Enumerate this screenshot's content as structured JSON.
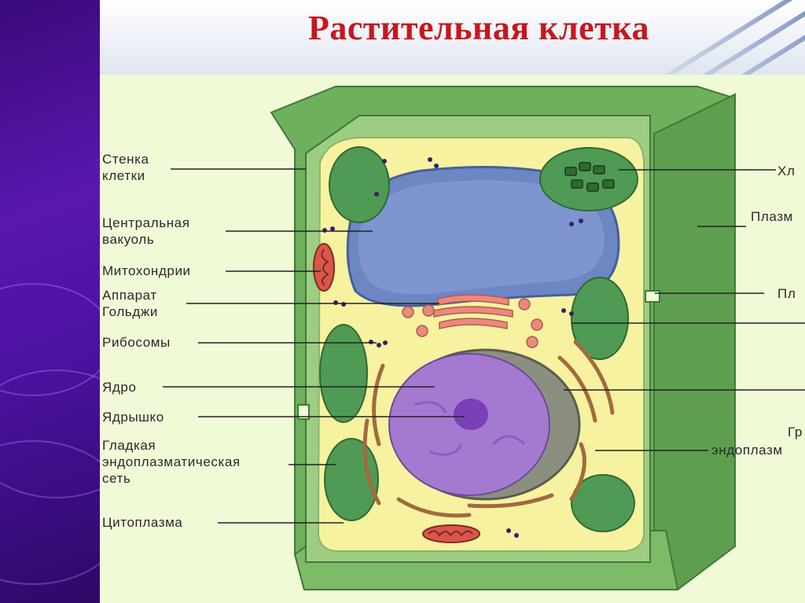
{
  "title": "Растительная клетка",
  "labels_left": {
    "cell_wall": "Стенка\nклетки",
    "central_vacuole": "Центральная\nвакуоль",
    "mitochondria": "Митохондрии",
    "golgi": "Аппарат\nГольджи",
    "ribosomes": "Рибосомы",
    "nucleus": "Ядро",
    "nucleolus": "Ядрышко",
    "smooth_er": "Гладкая\nэндоплазматическая\nсеть",
    "cytoplasm": "Цитоплазма"
  },
  "labels_right": {
    "chloroplast": "Хл",
    "plasma": "Плазм",
    "plasmodesma": "Пл",
    "rough_er_line1": "Гр",
    "rough_er_line2": "эндоплазм"
  },
  "colors": {
    "title": "#c8161d",
    "cell_wall": "#6fb05c",
    "cytoplasm": "#f7f2a0",
    "vacuole": "#6d86c4",
    "nucleus": "#a37ad0",
    "chloroplast": "#4f9a54",
    "golgi": "#e98a7c",
    "leader_lines": "#222222"
  }
}
